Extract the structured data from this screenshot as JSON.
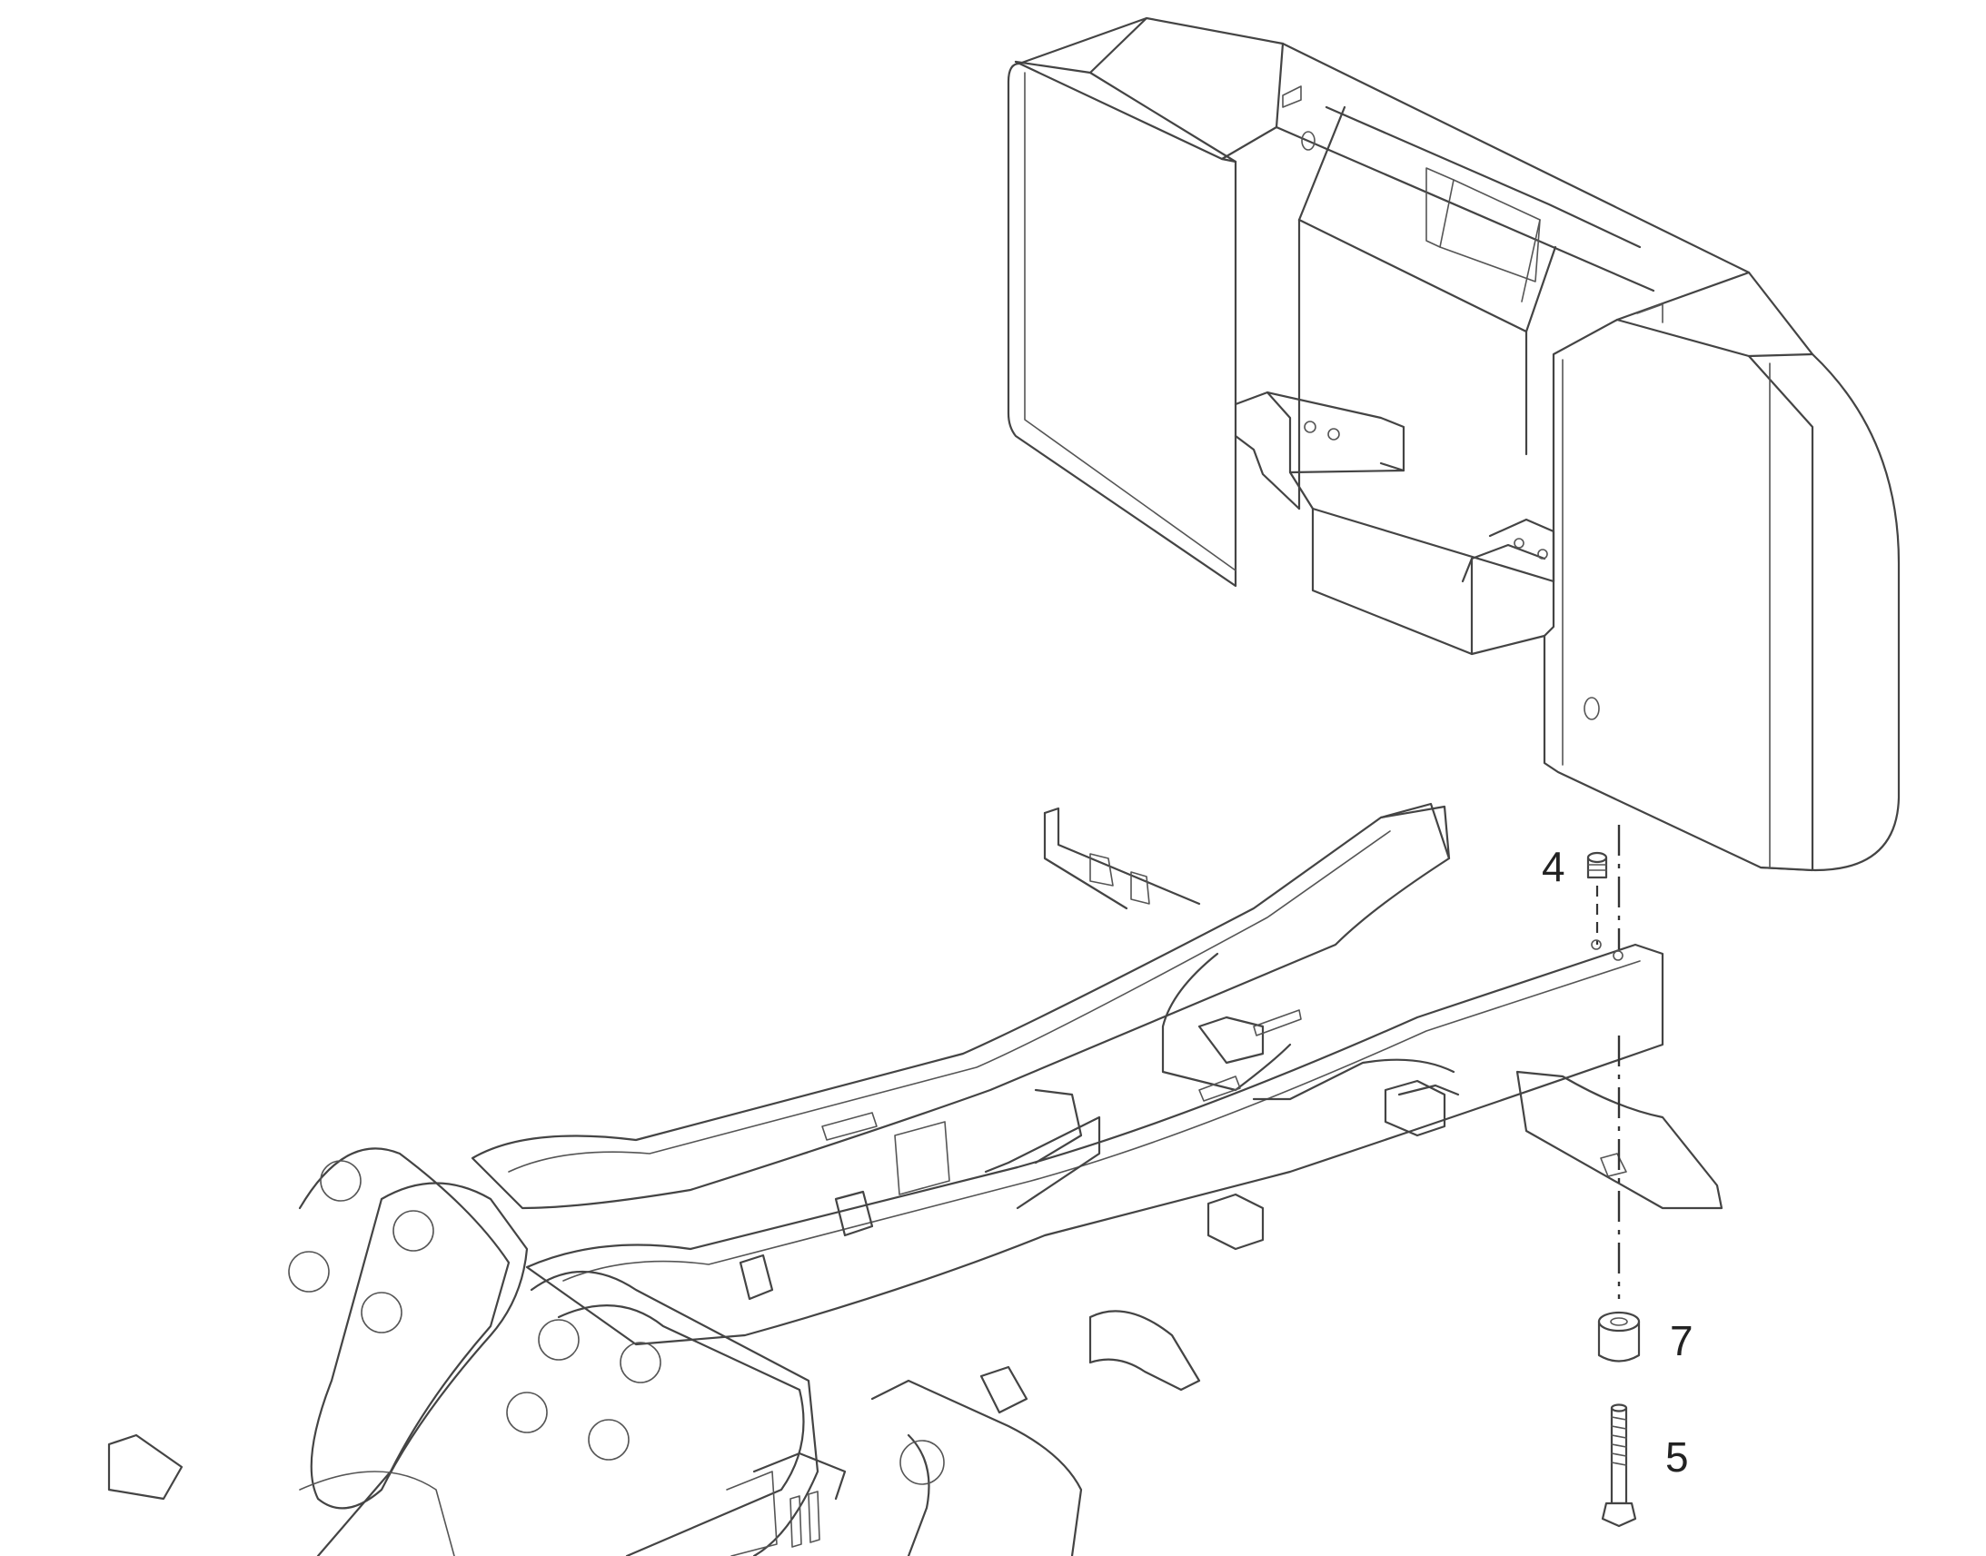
{
  "diagram": {
    "callouts": [
      {
        "id": "4",
        "label": "4",
        "part": "pin"
      },
      {
        "id": "7",
        "label": "7",
        "part": "spacer-bushing"
      },
      {
        "id": "5",
        "label": "5",
        "part": "bolt"
      }
    ],
    "colors": {
      "line": "#444444",
      "background": "#ffffff"
    }
  }
}
